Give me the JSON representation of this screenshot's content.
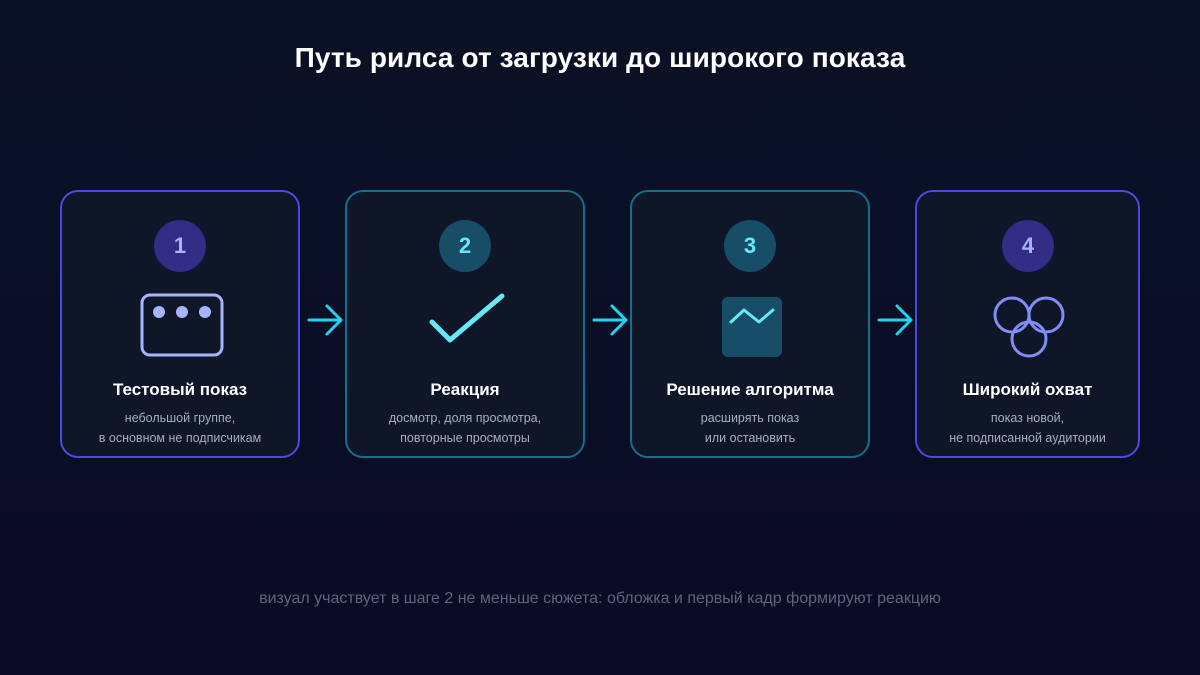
{
  "title": "Путь рилса от загрузки до широкого показа",
  "steps": [
    {
      "number": "1",
      "icon": "chat-bubble-dots-icon",
      "title": "Тестовый показ",
      "desc_line1": "небольшой группе,",
      "desc_line2": "в основном не подписчикам"
    },
    {
      "number": "2",
      "icon": "checkmark-icon",
      "title": "Реакция",
      "desc_line1": "досмотр, доля просмотра,",
      "desc_line2": "повторные просмотры"
    },
    {
      "number": "3",
      "icon": "trend-chart-icon",
      "title": "Решение алгоритма",
      "desc_line1": "расширять показ",
      "desc_line2": "или остановить"
    },
    {
      "number": "4",
      "icon": "audience-circles-icon",
      "title": "Широкий охват",
      "desc_line1": "показ новой,",
      "desc_line2": "не подписанной аудитории"
    }
  ],
  "footnote": "визуал участвует в шаге 2 не меньше сюжета: обложка и первый кадр формируют реакцию",
  "colors": {
    "background": "#0b1124",
    "card_background": "#0e1628",
    "purple_border": "#4f46e5",
    "teal_border": "#156f88",
    "purple_badge": "#322c86",
    "teal_badge": "#174d66",
    "lavender": "#a5b4fc",
    "cyan": "#67e8f9",
    "arrow": "#22d3ee"
  }
}
